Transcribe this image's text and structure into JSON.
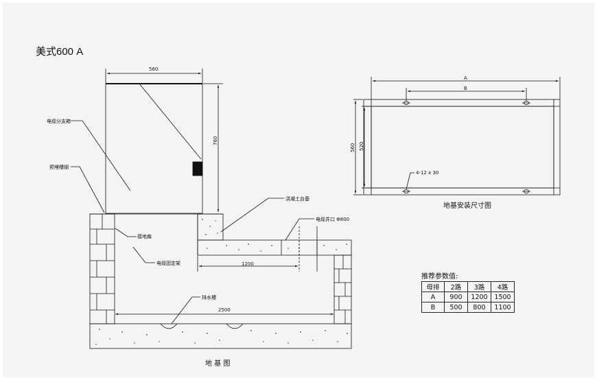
{
  "title": "美式600 A",
  "labels": {
    "dim_560_top": "560",
    "dim_760": "760",
    "cable_branch_box": "电缆分支箱",
    "embedded_channel": "预埋槽钢",
    "concrete_base": "浇凝土台基",
    "cable_well": "电缆井口 Φ800",
    "ground_bar": "接地扁",
    "cable_bracket": "电缆固定架",
    "dim_1200": "1200",
    "drain_groove": "排水槽",
    "dim_2500": "2500",
    "dim_A": "A",
    "dim_B": "B",
    "dim_560_side": "560",
    "dim_520": "520",
    "bolt_holes": "4-12 x 30"
  },
  "captions": {
    "foundation": "地 基 图",
    "install_size": "地基安装尺寸图"
  },
  "table": {
    "title": "推荐参数值:",
    "header": [
      "母排",
      "2路",
      "3路",
      "4路"
    ],
    "rows": [
      [
        "A",
        "900",
        "1200",
        "1500"
      ],
      [
        "B",
        "500",
        "800",
        "1100"
      ]
    ]
  }
}
